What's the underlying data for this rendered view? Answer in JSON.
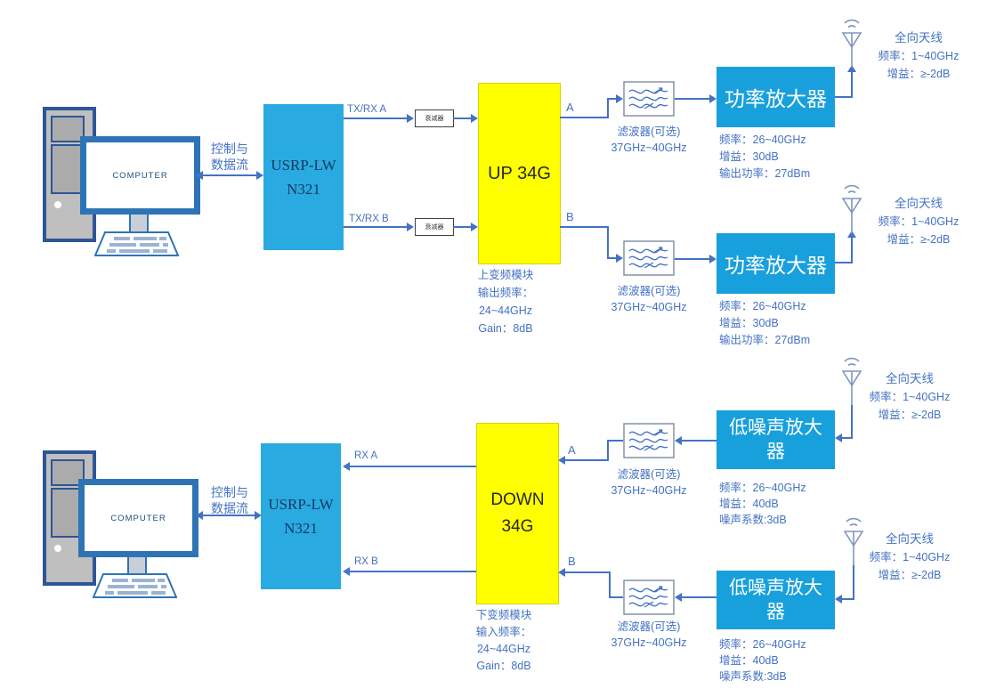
{
  "colors": {
    "line_blue": "#4472C4",
    "usrp_cyan": "#29ABE2",
    "amp_cyan": "#18A0DC",
    "converter_yellow": "#FFFF00",
    "usrp_text": "#17375E",
    "monitor_border": "#2E74B5"
  },
  "computer": {
    "label": "COMPUTER"
  },
  "control_link": {
    "line1": "控制与",
    "line2": "数据流"
  },
  "usrp": {
    "line1": "USRP-LW",
    "line2": "N321"
  },
  "attenuator": {
    "label": "衰减器"
  },
  "filter": {
    "label": "滤波器(可选)",
    "range": "37GHz~40GHz"
  },
  "antenna": {
    "name": "全向天线",
    "freq": "频率：1~40GHz",
    "gain": "增益：≥-2dB"
  },
  "tx": {
    "port_a": "TX/RX A",
    "port_b": "TX/RX B",
    "out_a": "A",
    "out_b": "B",
    "upconverter": {
      "label": "UP 34G",
      "desc1": "上变频模块",
      "desc2": "输出频率：",
      "desc3": "24~44GHz",
      "desc4": "Gain：8dB"
    },
    "pa": {
      "label": "功率放大器",
      "spec1": "频率：26~40GHz",
      "spec2": "增益：30dB",
      "spec3": "输出功率：27dBm"
    }
  },
  "rx": {
    "port_a": "RX A",
    "port_b": "RX B",
    "in_a": "A",
    "in_b": "B",
    "downconverter": {
      "label1": "DOWN",
      "label2": "34G",
      "desc1": "下变频模块",
      "desc2": "输入频率：",
      "desc3": "24~44GHz",
      "desc4": "Gain：8dB"
    },
    "lna": {
      "label1": "低噪声放大",
      "label2": "器",
      "spec1": "频率：26~40GHz",
      "spec2": "增益：40dB",
      "spec3": "噪声系数:3dB"
    }
  }
}
